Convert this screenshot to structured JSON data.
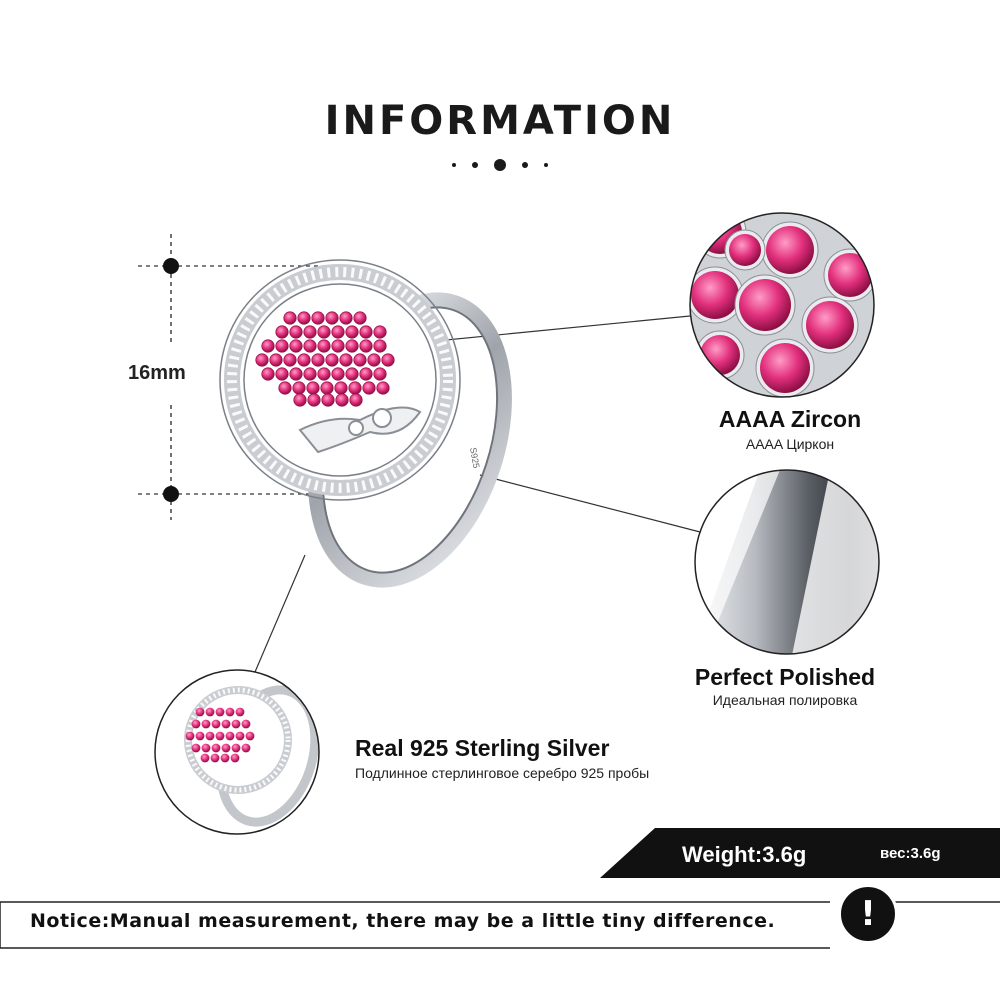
{
  "title": "INFORMATION",
  "dimension": {
    "label": "16mm"
  },
  "features": {
    "zircon": {
      "title": "AAAA Zircon",
      "subtitle": "AAAA Циркон"
    },
    "polish": {
      "title": "Perfect  Polished",
      "subtitle": "Идеальная полировка"
    },
    "silver": {
      "title": "Real 925  Sterling  Silver",
      "subtitle": "Подлинное стерлинговое серебро 925 пробы"
    }
  },
  "weight": {
    "label": "Weight:3.6g",
    "label_ru": "вес:3.6g"
  },
  "notice": {
    "text": "Notice:Manual measurement, there may be a little tiny difference.",
    "icon_glyph": "!"
  },
  "ring": {
    "stamp": "S925"
  },
  "colors": {
    "stone_pink": "#d6246e",
    "silver": "#c9ccd1",
    "dark": "#111111"
  },
  "icons": [
    "dimension-marker-icon",
    "exclamation-icon"
  ]
}
